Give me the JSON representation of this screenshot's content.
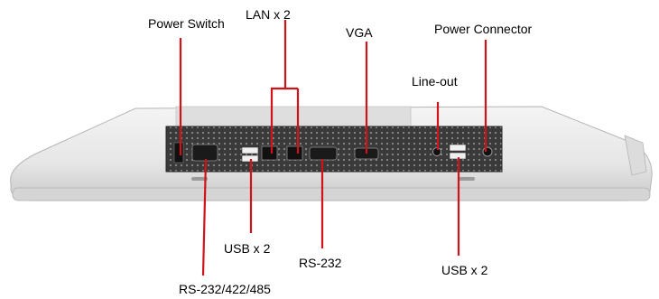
{
  "labels": {
    "power_switch": "Power Switch",
    "lan": "LAN x 2",
    "vga": "VGA",
    "power_connector": "Power Connector",
    "line_out": "Line-out",
    "usb_left": "USB x 2",
    "rs232": "RS-232",
    "usb_right": "USB x 2",
    "rs_multi": "RS-232/422/485"
  },
  "colors": {
    "callout": "#d0121b",
    "panel": "#3a3a3a",
    "body": "#e9e9e9"
  }
}
